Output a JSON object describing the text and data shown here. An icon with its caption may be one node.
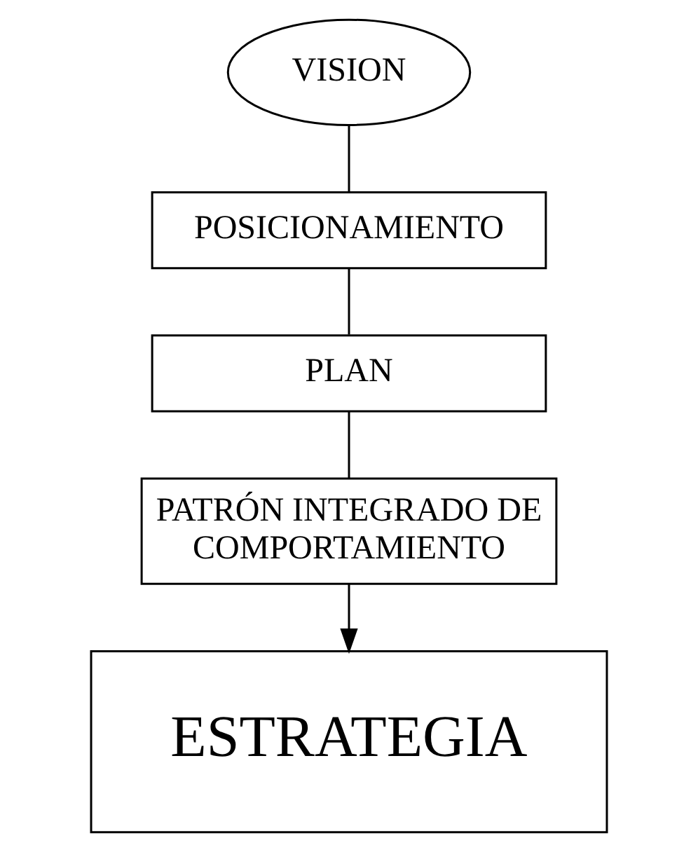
{
  "diagram": {
    "nodes": [
      {
        "text": [
          "VISION"
        ]
      },
      {
        "text": [
          "POSICIONAMIENTO"
        ]
      },
      {
        "text": [
          "PLAN"
        ]
      },
      {
        "text": [
          "PATRÓN INTEGRADO DE COMPORTAMIENTO"
        ]
      },
      {
        "text": [
          "ESTRATEGIA"
        ]
      }
    ],
    "edges": [
      {
        "from": 0,
        "to": 1,
        "arrow": "none"
      },
      {
        "from": 1,
        "to": 2,
        "arrow": "none"
      },
      {
        "from": 2,
        "to": 3,
        "arrow": "none"
      },
      {
        "from": 3,
        "to": 4,
        "arrow": "to"
      }
    ]
  }
}
